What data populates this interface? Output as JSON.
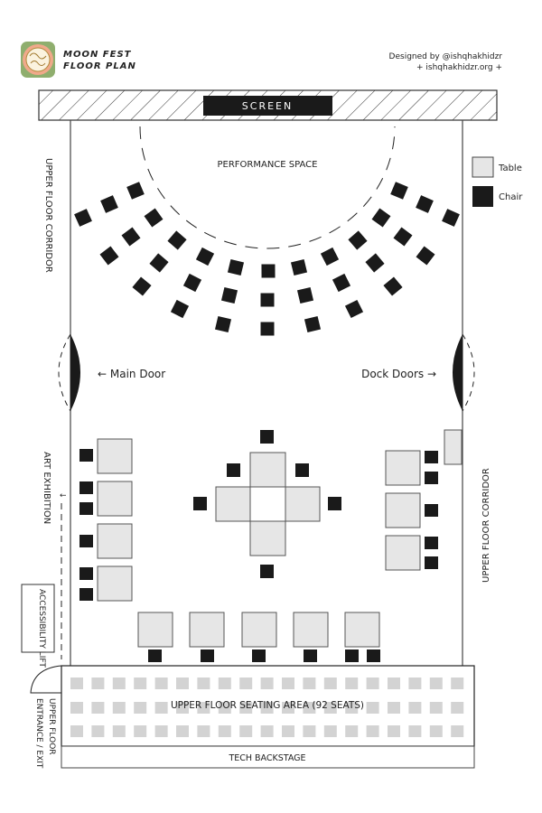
{
  "header": {
    "title_line1": "MOON FEST",
    "title_line2": "FLOOR PLAN",
    "credit_line1": "Designed by @ishqhakhidzr",
    "credit_line2": "+ ishqhakhidzr.org +",
    "logo_icon": "moon-fest-logo"
  },
  "plan": {
    "screen": "SCREEN",
    "performance_space": "PERFORMANCE SPACE",
    "main_door": "← Main Door",
    "dock_doors": "Dock Doors →",
    "upper_corridor_left": "UPPER FLOOR CORRIDOR",
    "upper_corridor_right": "UPPER FLOOR CORRIDOR",
    "art_exhibition": "ART EXHIBITION",
    "art_arrow": "↑",
    "accessibility_lift": "ACCESSIBILITY LIFT",
    "upper_entrance_line1": "UPPER FLOOR",
    "upper_entrance_line2": "ENTRANCE / EXIT",
    "seating_area": "UPPER FLOOR SEATING AREA (92 SEATS)",
    "tech_backstage": "TECH BACKSTAGE"
  },
  "legend": {
    "table": "Table",
    "chair": "Chair"
  },
  "colors": {
    "chair": "#1a1a1a",
    "table": "#e6e6e6",
    "seat": "#d3d3d3",
    "wall": "#444444",
    "logo_green": "#8fae6e",
    "logo_peach": "#f0a98a"
  }
}
